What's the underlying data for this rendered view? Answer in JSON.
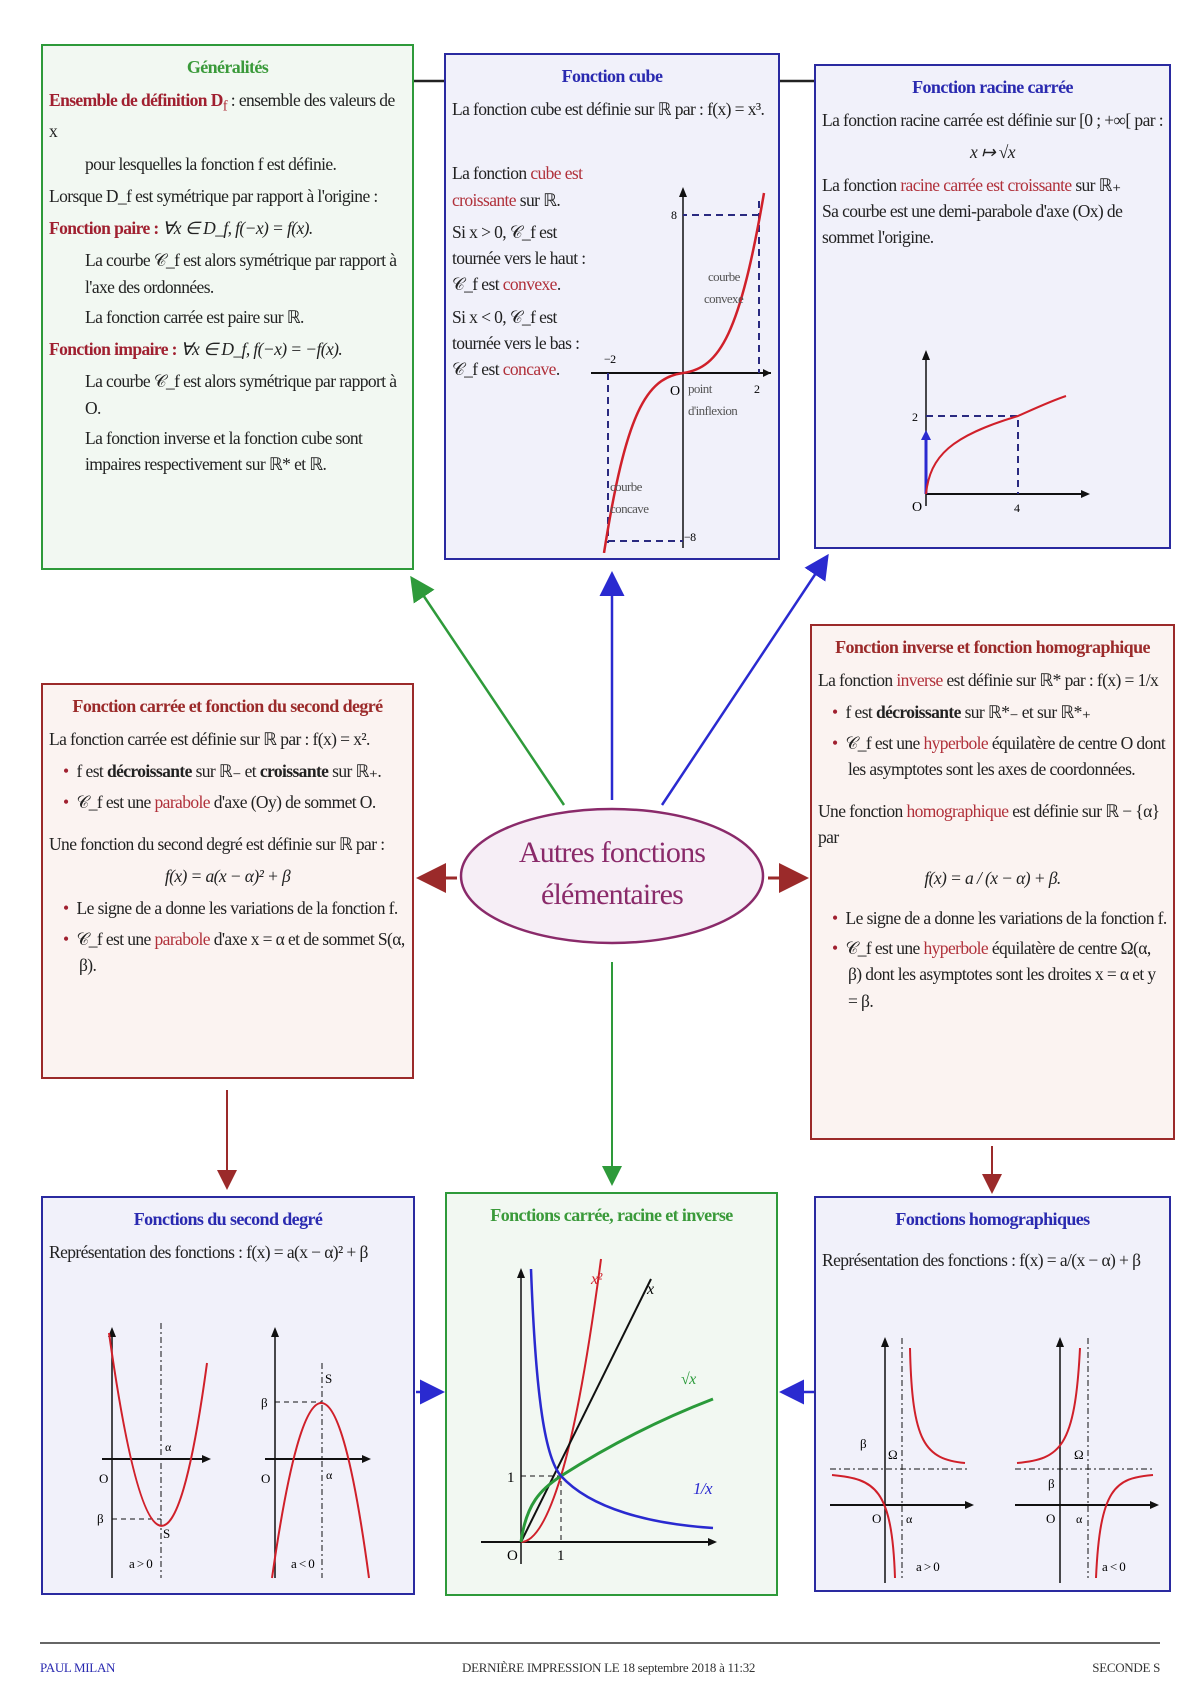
{
  "generalites": {
    "title": "Généralités",
    "def_label": "Ensemble de définition D",
    "def_sub": "f",
    "def_text": " : ensemble des valeurs de x",
    "def_text2": "pour lesquelles la fonction f est définie.",
    "sym": "Lorsque D_f est symétrique par rapport à l'origine :",
    "paire_label": "Fonction paire :",
    "paire_formula": " ∀x ∈ D_f,  f(−x) = f(x).",
    "paire_1": "La courbe 𝒞_f est alors symétrique par rapport à l'axe des ordonnées.",
    "paire_2": "La fonction carrée est paire sur ℝ.",
    "impaire_label": "Fonction impaire :",
    "impaire_formula": " ∀x ∈ D_f,  f(−x) = −f(x).",
    "impaire_1": "La courbe 𝒞_f est alors symétrique par rapport à O.",
    "impaire_2": "La fonction inverse et la fonction cube sont impaires respectivement sur ℝ* et ℝ."
  },
  "cube": {
    "title": "Fonction cube",
    "def": "La fonction cube est définie sur ℝ par :  f(x) = x³.",
    "c1": "La fonction ",
    "c1_hl": "cube est croissante",
    "c1_post": " sur ℝ.",
    "c2": "Si x > 0, 𝒞_f est tournée vers le haut : 𝒞_f est ",
    "c2_hl": "convexe",
    "c2_post": ".",
    "c3": "Si x < 0, 𝒞_f est tournée vers le bas : 𝒞_f est ",
    "c3_hl": "concave",
    "c3_post": ".",
    "graph": {
      "y_top": "8",
      "y_bot": "−8",
      "x_left": "−2",
      "x_right": "2",
      "origin": "O",
      "convexe": [
        "courbe",
        "convexe"
      ],
      "concave": [
        "courbe",
        "concave"
      ],
      "inflexion": [
        "point",
        "d'inflexion"
      ]
    }
  },
  "racine": {
    "title": "Fonction racine carrée",
    "def": "La fonction racine carrée est définie sur [0 ; +∞[ par :",
    "map": "x ↦ √x",
    "p1": "La fonction ",
    "p1_hl": "racine carrée est croissante",
    "p1_post": " sur ℝ₊",
    "p2": "Sa courbe est une demi-parabole d'axe (Ox) de sommet l'origine.",
    "graph": {
      "y": "2",
      "x": "4",
      "origin": "O"
    }
  },
  "center": {
    "line1": "Autres fonctions",
    "line2": "élémentaires"
  },
  "carree": {
    "title": "Fonction carrée et fonction du second degré",
    "def": "La fonction carrée est définie sur ℝ par : f(x) = x².",
    "b1_pre": "f est ",
    "b1_b1": "décroissante",
    "b1_mid": " sur ℝ₋ et ",
    "b1_b2": "croissante",
    "b1_post": " sur ℝ₊.",
    "b2_pre": "𝒞_f est une ",
    "b2_hl": "parabole",
    "b2_post": " d'axe (Oy) de sommet O.",
    "sd": "Une fonction du second degré est définie sur ℝ par :",
    "sd_formula": "f(x) = a(x − α)² + β",
    "b3": "Le signe de a donne les variations de la fonction f.",
    "b4_pre": "𝒞_f est une ",
    "b4_hl": "parabole",
    "b4_post": " d'axe x = α et de sommet S(α, β)."
  },
  "inverse": {
    "title": "Fonction inverse et fonction homographique",
    "def_pre": "La fonction ",
    "def_hl": "inverse",
    "def_post": " est définie sur ℝ* par :  f(x) = 1/x",
    "b1_pre": "f est ",
    "b1_b": "décroissante",
    "b1_post": " sur ℝ*₋ et sur ℝ*₊",
    "b2_pre": "𝒞_f est une ",
    "b2_hl": "hyperbole",
    "b2_post": " équilatère de centre O dont les asymptotes sont les axes de coordonnées.",
    "h_pre": "Une fonction ",
    "h_hl": "homographique",
    "h_post": " est définie sur ℝ − {α} par",
    "h_formula": "f(x) = a / (x − α) + β.",
    "b3": "Le signe de a donne les variations de la fonction f.",
    "b4_pre": "𝒞_f est une ",
    "b4_hl": "hyperbole",
    "b4_post": " équilatère de centre Ω(α, β) dont les asymptotes sont les droites x = α et y = β."
  },
  "second": {
    "title": "Fonctions du second degré",
    "rep": "Représentation des fonctions :  f(x) = a(x − α)² + β",
    "g1": {
      "origin": "O",
      "alpha": "α",
      "beta": "β",
      "s": "S",
      "cond": "a > 0"
    },
    "g2": {
      "origin": "O",
      "alpha": "α",
      "beta": "β",
      "s": "S",
      "cond": "a < 0"
    }
  },
  "middle": {
    "title": "Fonctions carrée, racine et inverse",
    "x2": "x²",
    "x": "x",
    "sqrt": "√x",
    "inv": "1/x",
    "one_y": "1",
    "one_x": "1",
    "origin": "O"
  },
  "homo": {
    "title": "Fonctions homographiques",
    "rep": "Représentation des fonctions :  f(x) = a/(x − α) + β",
    "g1": {
      "origin": "O",
      "alpha": "α",
      "beta": "β",
      "omega": "Ω",
      "cond": "a > 0"
    },
    "g2": {
      "origin": "O",
      "alpha": "α",
      "beta": "β",
      "omega": "Ω",
      "cond": "a < 0"
    }
  },
  "footer": {
    "author": "PAUL MILAN",
    "print": "DERNIÈRE IMPRESSION LE  18 septembre 2018  à  11:32",
    "level": "SECONDE S"
  }
}
